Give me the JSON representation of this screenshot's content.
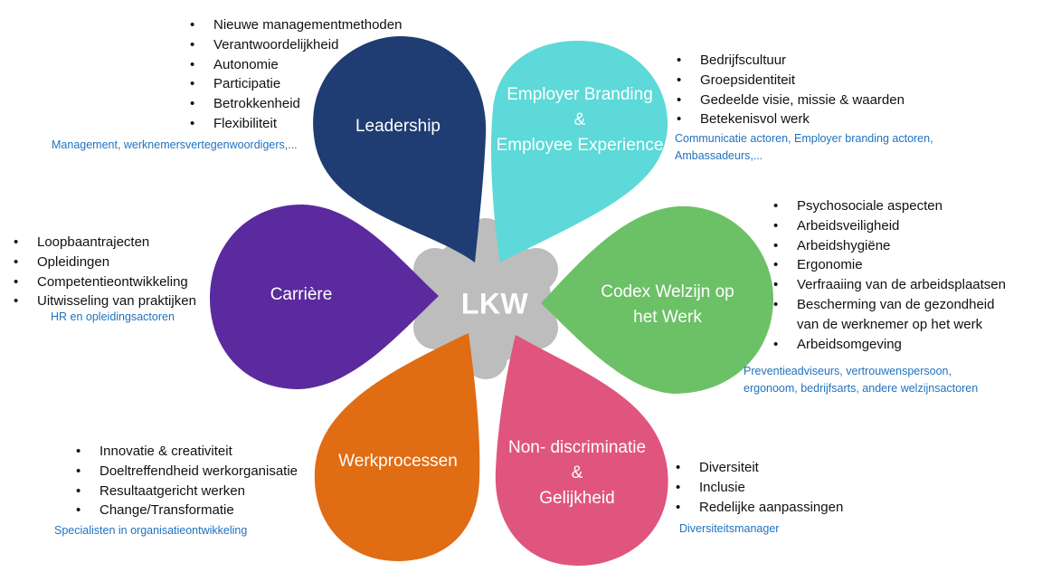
{
  "center": {
    "label": "LKW",
    "color": "#bdbdbd"
  },
  "petals": [
    {
      "id": "leadership",
      "label_lines": [
        "Leadership"
      ],
      "color": "#1f3d73",
      "bullets": [
        "Nieuwe managementmethoden",
        "Verantwoordelijkheid",
        "Autonomie",
        "Participatie",
        "Betrokkenheid",
        "Flexibiliteit"
      ],
      "actors": [
        "Management, werknemersvertegenwoordigers,..."
      ]
    },
    {
      "id": "employer-branding",
      "label_lines": [
        "Employer Branding",
        "&",
        "Employee Experience"
      ],
      "color": "#5cd9d8",
      "bullets": [
        "Bedrijfscultuur",
        "Groepsidentiteit",
        "Gedeelde visie, missie & waarden",
        "Betekenisvol werk"
      ],
      "actors": [
        "Communicatie actoren, Employer branding actoren,",
        "Ambassadeurs,..."
      ]
    },
    {
      "id": "codex",
      "label_lines": [
        "Codex Welzijn op",
        "het Werk"
      ],
      "color": "#6cc066",
      "bullets": [
        "Psychosociale aspecten",
        "Arbeidsveiligheid",
        "Arbeidshygiëne",
        "Ergonomie",
        "Verfraaiing van de arbeidsplaatsen",
        "Bescherming van de gezondheid",
        "van de werknemer op het werk",
        "Arbeidsomgeving"
      ],
      "actors": [
        "Preventieadviseurs, vertrouwenspersoon,",
        "ergonoom, bedrijfsarts, andere welzijnsactoren"
      ]
    },
    {
      "id": "non-discriminatie",
      "label_lines": [
        "Non- discriminatie",
        "&",
        "Gelijkheid"
      ],
      "color": "#e0557d",
      "bullets": [
        "Diversiteit",
        "Inclusie",
        "Redelijke aanpassingen"
      ],
      "actors": [
        "Diversiteitsmanager"
      ]
    },
    {
      "id": "werkprocessen",
      "label_lines": [
        "Werkprocessen"
      ],
      "color": "#e06c14",
      "bullets": [
        "Innovatie & creativiteit",
        "Doeltreffendheid werkorganisatie",
        "Resultaatgericht werken",
        "Change/Transformatie"
      ],
      "actors": [
        "Specialisten in organisatieontwikkeling"
      ]
    },
    {
      "id": "carriere",
      "label_lines": [
        "Carrière"
      ],
      "color": "#5b2a9e",
      "bullets": [
        "Loopbaantrajecten",
        "Opleidingen",
        "Competentieontwikkeling",
        "Uitwisseling van praktijken"
      ],
      "actors": [
        "HR en opleidingsactoren"
      ]
    }
  ]
}
